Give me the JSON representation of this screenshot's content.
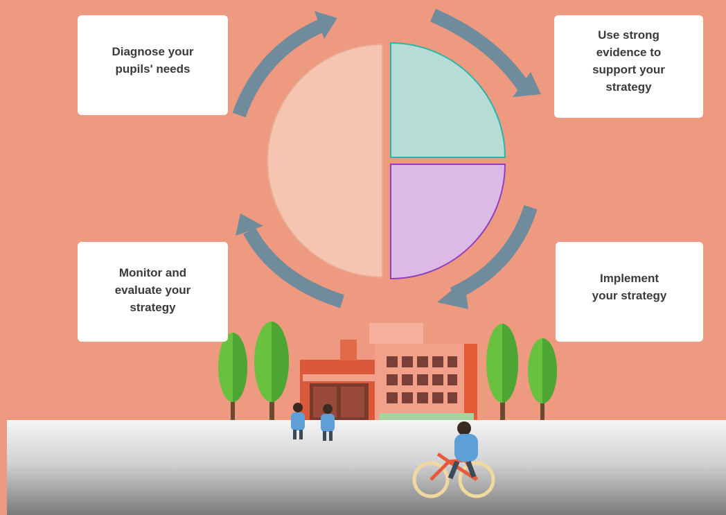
{
  "cards": {
    "diagnose": "Diagnose your\npupils' needs",
    "evidence": "Use strong\nevidence to\nsupport your\nstrategy",
    "monitor": "Monitor and\nevaluate your\nstrategy",
    "implement": "Implement\nyour strategy"
  },
  "colors": {
    "background": "#ee9a80",
    "arrow": "#6f8b9c",
    "pie_half": "#f6c5b2",
    "pie_teal": "#b6dcd6",
    "pie_teal_border": "#2bb3a9",
    "pie_purple": "#dcb9e6",
    "pie_purple_border": "#8f3fc0"
  }
}
